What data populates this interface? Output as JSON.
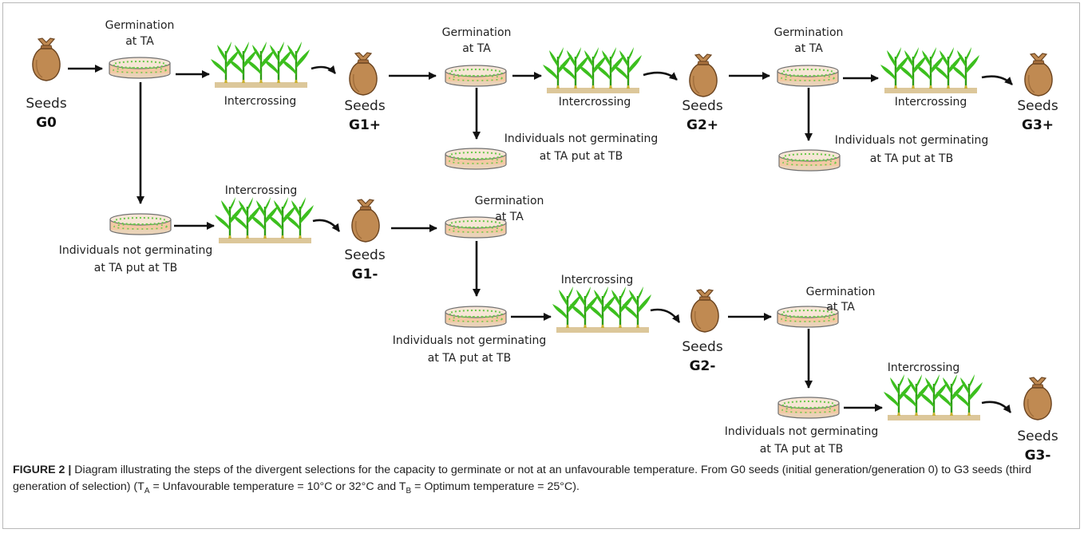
{
  "labels": {
    "germination": "Germination",
    "at_ta": "at TA",
    "intercrossing": "Intercrossing",
    "not_germ_1": "Individuals not germinating",
    "not_germ_2": "at TA put at TB",
    "seeds": "Seeds"
  },
  "generations": {
    "g0": "G0",
    "g1p": "G1+",
    "g2p": "G2+",
    "g3p": "G3+",
    "g1m": "G1-",
    "g2m": "G2-",
    "g3m": "G3-"
  },
  "caption": {
    "figure_label": "FIGURE 2 |",
    "line1": "Diagram illustrating the steps of the divergent selections for the capacity to germinate or not at an unfavourable temperature. From G0 seeds (initial",
    "line2_a": "generation/generation 0) to G3 seeds (third generation of selection) (T",
    "sub_a": "A",
    "line2_b": " = Unfavourable temperature = 10°C or 32°C and T",
    "sub_b": "B",
    "line2_c": " = Optimum temperature = 25°C)."
  },
  "colors": {
    "bag": "#c08a52",
    "bag_dark": "#6b4420",
    "leaf": "#3cbf1e",
    "soil": "#dcc79a",
    "dish": "#f3c9a4",
    "dish_rim": "#707070",
    "seedling_dot": "#6ac94a"
  }
}
